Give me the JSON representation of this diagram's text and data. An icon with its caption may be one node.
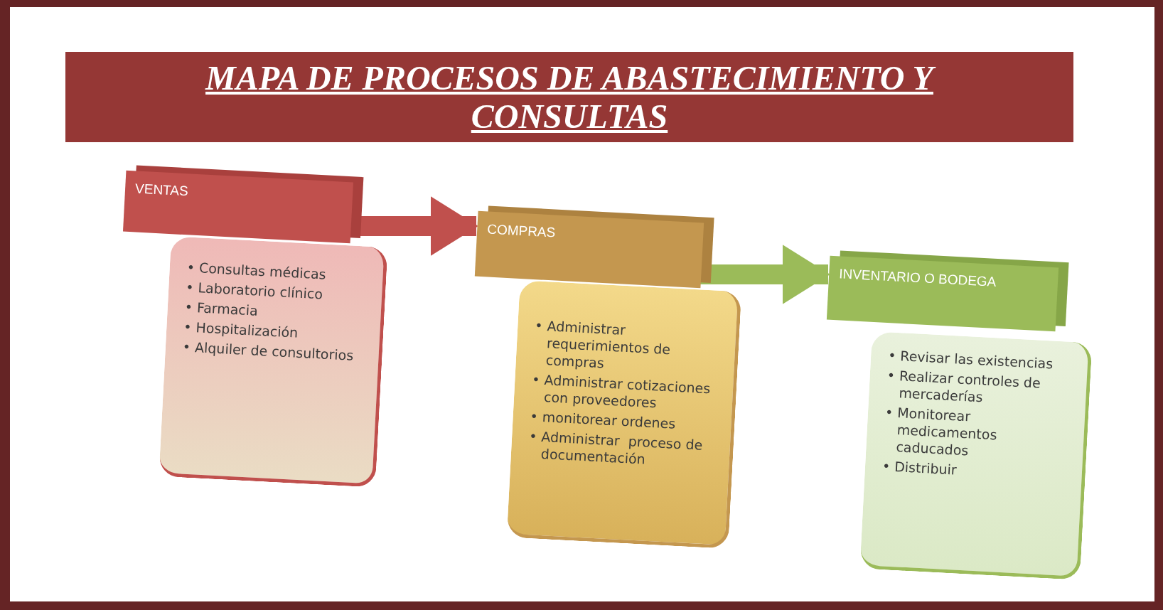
{
  "diagram": {
    "title": "MAPA DE PROCESOS DE ABASTECIMIENTO Y CONSULTAS",
    "nodes": [
      {
        "text": [
          "VENTAS"
        ]
      },
      {
        "text": [
          "• Consultas médicas",
          "• Laboratorio clínico",
          "• Farmacia",
          "• Hospitalización",
          "• Alquiler de consultorios"
        ]
      },
      {
        "text": [
          "COMPRAS"
        ]
      },
      {
        "text": [
          "• Administrar requerimientos de compras",
          "• Administrar cotizaciones con proveedores",
          "• monitorear ordenes",
          "• Administrar  proceso de documentación"
        ]
      },
      {
        "text": [
          "INVENTARIO O BODEGA"
        ]
      },
      {
        "text": [
          "• Revisar las existencias",
          "• Realizar controles de mercaderías",
          "• Monitorear medicamentos caducados",
          "• Distribuir"
        ]
      }
    ],
    "edges": [
      {
        "from": 0,
        "to": 2,
        "arrow": "to",
        "color": "#c0504d"
      },
      {
        "from": 2,
        "to": 4,
        "arrow": "to",
        "color": "#9bbb59"
      }
    ]
  }
}
